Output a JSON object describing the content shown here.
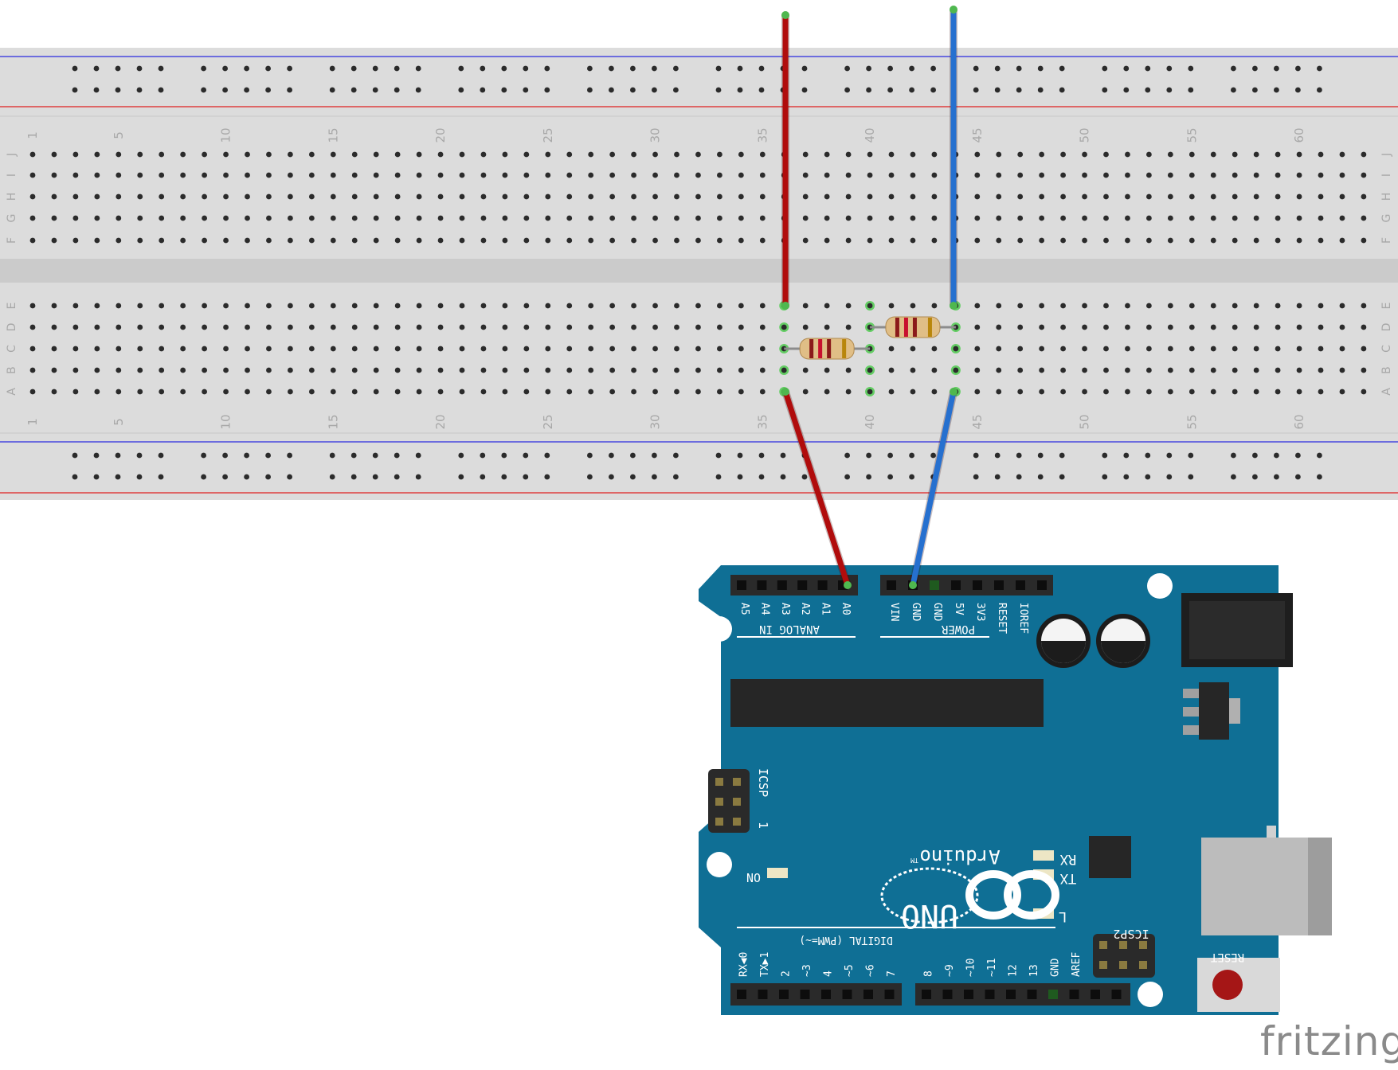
{
  "breadboard": {
    "column_numbers": [
      "1",
      "5",
      "10",
      "15",
      "20",
      "25",
      "30",
      "35",
      "40",
      "45",
      "50",
      "55",
      "60"
    ],
    "top_row_letters": [
      "J",
      "I",
      "H",
      "G",
      "F"
    ],
    "bottom_row_letters": [
      "E",
      "D",
      "C",
      "B",
      "A"
    ],
    "colors": {
      "board": "#dcdcdc",
      "rail_blue": "#2a2ae0",
      "rail_red": "#e02020",
      "hole": "#2b2b2b",
      "highlight": "#3cc83c",
      "text": "#a8a8a8"
    }
  },
  "wires": [
    {
      "name": "red-wire-top",
      "color": "#b00c0c"
    },
    {
      "name": "blue-wire-top",
      "color": "#2670cf"
    },
    {
      "name": "red-wire-a0",
      "color": "#b00c0c"
    },
    {
      "name": "blue-wire-gnd",
      "color": "#2670cf"
    }
  ],
  "resistors": [
    {
      "name": "resistor-1",
      "bands": [
        "#8b1a1a",
        "#c8102e",
        "#8b1a1a",
        "#b8860b"
      ]
    },
    {
      "name": "resistor-2",
      "bands": [
        "#8b1a1a",
        "#c8102e",
        "#8b1a1a",
        "#b8860b"
      ]
    }
  ],
  "arduino": {
    "board_color": "#0f6f95",
    "analog_pins": [
      "A5",
      "A4",
      "A3",
      "A2",
      "A1",
      "A0"
    ],
    "analog_label": "ANALOG IN",
    "power_pins": [
      "VIN",
      "GND",
      "GND",
      "5V",
      "3V3",
      "RESET",
      "IOREF"
    ],
    "power_label": "POWER",
    "icsp_label": "ICSP",
    "icsp_pin_mark": "1",
    "icsp2_label": "ICSP2",
    "rx_label": "RX",
    "tx_label": "TX",
    "l_label": "L",
    "on_label": "ON",
    "brand": "Arduino",
    "tm": "TM",
    "model": "UNO",
    "digital_label": "DIGITAL (PWM=~)",
    "digital_pins_left": [
      "7",
      "~6",
      "~5",
      "4",
      "~3",
      "2",
      "TX▶1",
      "RX◀0"
    ],
    "digital_pins_right": [
      "AREF",
      "GND",
      "13",
      "12",
      "~11",
      "~10",
      "~9",
      "8"
    ],
    "reset_label": "RESET"
  },
  "logo": {
    "text": "fritzing"
  }
}
